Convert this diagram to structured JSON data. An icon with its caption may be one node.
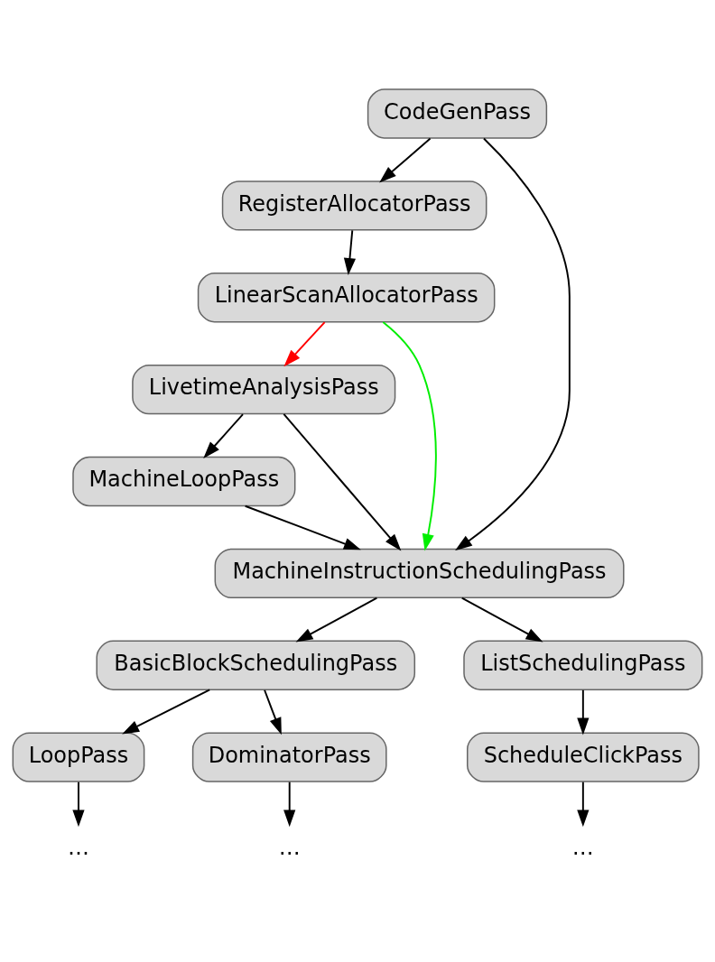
{
  "diagram": {
    "nodes": [
      {
        "text": [
          "CodeGenPass"
        ]
      },
      {
        "text": [
          "RegisterAllocatorPass"
        ]
      },
      {
        "text": [
          "LinearScanAllocatorPass"
        ]
      },
      {
        "text": [
          "LivetimeAnalysisPass"
        ]
      },
      {
        "text": [
          "MachineLoopPass"
        ]
      },
      {
        "text": [
          "MachineInstructionSchedulingPass"
        ]
      },
      {
        "text": [
          "BasicBlockSchedulingPass"
        ]
      },
      {
        "text": [
          "ListSchedulingPass"
        ]
      },
      {
        "text": [
          "LoopPass"
        ]
      },
      {
        "text": [
          "ScheduleClickPass"
        ]
      },
      {
        "text": [
          "…"
        ]
      },
      {
        "text": [
          "DominatorPass"
        ]
      },
      {
        "text": [
          "…"
        ]
      },
      {
        "text": [
          "…"
        ]
      }
    ],
    "edges": [
      {
        "from": 0,
        "to": 1,
        "arrow": "to"
      },
      {
        "from": 0,
        "to": 5,
        "arrow": "to"
      },
      {
        "from": 1,
        "to": 2,
        "arrow": "to"
      },
      {
        "from": 2,
        "to": 3,
        "arrow": "to",
        "color": "#ff0000"
      },
      {
        "from": 2,
        "to": 5,
        "arrow": "to",
        "color": "#00ee00"
      },
      {
        "from": 3,
        "to": 5,
        "arrow": "to"
      },
      {
        "from": 3,
        "to": 4,
        "arrow": "to"
      },
      {
        "from": 4,
        "to": 5,
        "arrow": "to"
      },
      {
        "from": 5,
        "to": 6,
        "arrow": "to"
      },
      {
        "from": 5,
        "to": 7,
        "arrow": "to"
      },
      {
        "from": 6,
        "to": 8,
        "arrow": "to"
      },
      {
        "from": 6,
        "to": 11,
        "arrow": "to"
      },
      {
        "from": 7,
        "to": 9,
        "arrow": "to"
      },
      {
        "from": 8,
        "to": 10,
        "arrow": "to"
      },
      {
        "from": 9,
        "to": 12,
        "arrow": "to"
      },
      {
        "from": 11,
        "to": 13,
        "arrow": "to"
      }
    ]
  }
}
